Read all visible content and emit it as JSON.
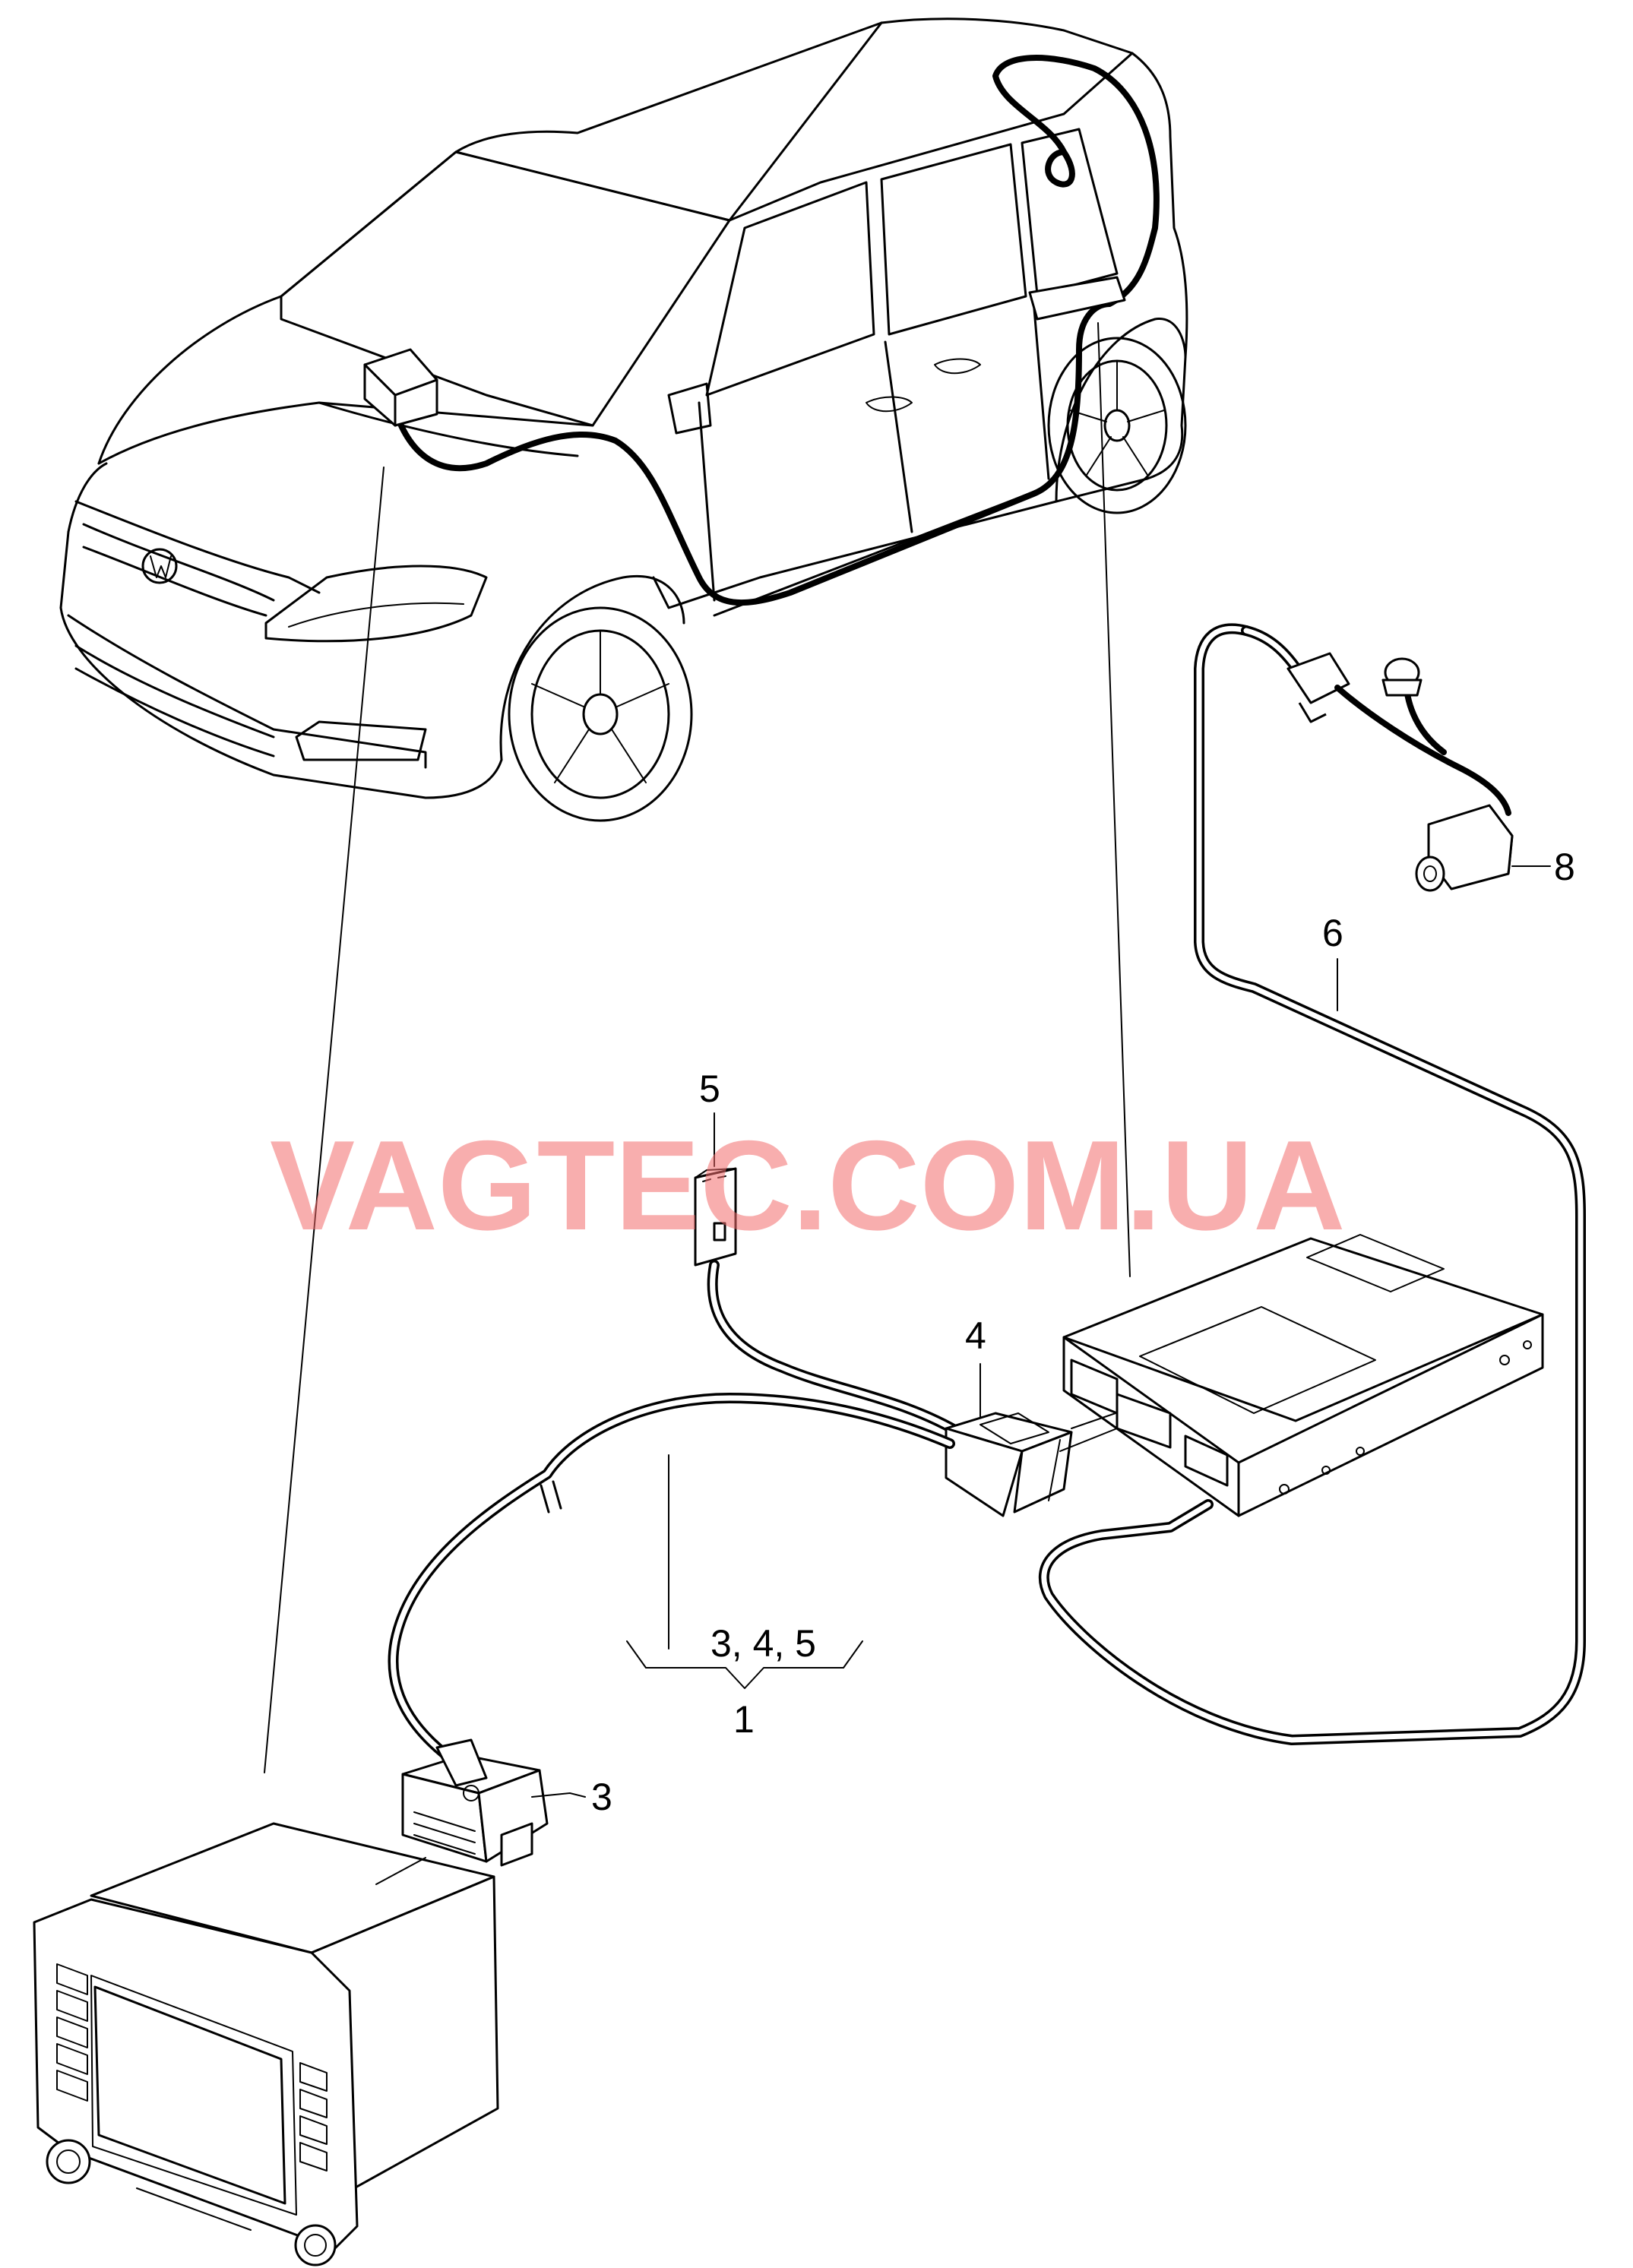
{
  "watermark": "VAGTEC.COM.UA",
  "callouts": {
    "c1": "1",
    "c3": "3",
    "c4": "4",
    "c5": "5",
    "c6": "6",
    "c8": "8",
    "group": "3, 4, 5"
  },
  "colors": {
    "line": "#000000",
    "background": "#ffffff",
    "watermark": "#f26b6b"
  }
}
